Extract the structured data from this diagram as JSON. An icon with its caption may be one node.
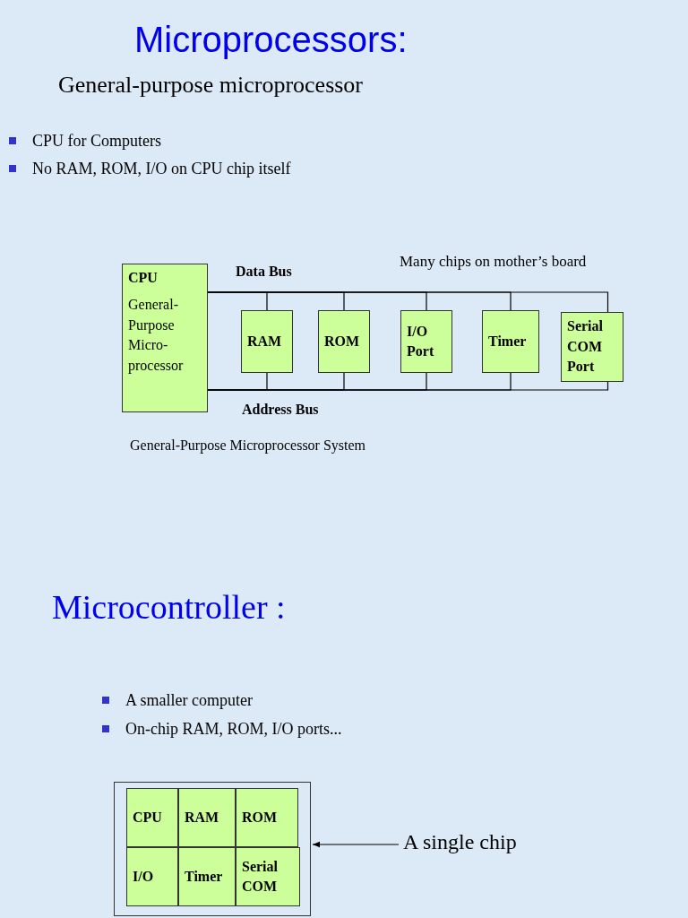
{
  "diagram": {
    "title": "Microprocessors:",
    "nodes": [
      {
        "text": [
          "CPU",
          "General-Purpose Micro-processor"
        ]
      },
      {
        "text": [
          "RAM"
        ]
      },
      {
        "text": [
          "ROM"
        ]
      },
      {
        "text": [
          "I/O Port"
        ]
      },
      {
        "text": [
          "Timer"
        ]
      },
      {
        "text": [
          "Serial COM Port"
        ]
      },
      {
        "text": [],
        "shape": "box"
      },
      {
        "text": [
          "CPU"
        ],
        "in": 6
      },
      {
        "text": [
          "RAM"
        ],
        "in": 6
      },
      {
        "text": [
          "ROM"
        ],
        "in": 6
      },
      {
        "text": [
          "I/O"
        ],
        "in": 6
      },
      {
        "text": [
          "Timer"
        ],
        "in": 6
      },
      {
        "text": [
          "Serial COM"
        ],
        "in": 6
      },
      {
        "text": [
          "A single chip"
        ]
      }
    ],
    "edges": [
      {
        "from": 0,
        "to": 1,
        "arrow": "none"
      },
      {
        "from": 0,
        "to": 2,
        "arrow": "none"
      },
      {
        "from": 0,
        "to": 3,
        "arrow": "none"
      },
      {
        "from": 0,
        "to": 4,
        "arrow": "none"
      },
      {
        "from": 0,
        "to": 5,
        "arrow": "none"
      },
      {
        "from": 0,
        "to": 1,
        "arrow": "none"
      },
      {
        "from": 0,
        "to": 2,
        "arrow": "none"
      },
      {
        "from": 0,
        "to": 3,
        "arrow": "none"
      },
      {
        "from": 0,
        "to": 4,
        "arrow": "none"
      },
      {
        "from": 0,
        "to": 5,
        "arrow": "none"
      },
      {
        "from": 13,
        "to": 6,
        "arrow": "to"
      }
    ],
    "labels": [
      "General-purpose microprocessor",
      "CPU for Computers",
      "No RAM, ROM, I/O on CPU chip itself",
      "Many chips on mother’s board",
      "Data Bus",
      "Address Bus",
      "General-Purpose Microprocessor System",
      "Microcontroller :",
      "A smaller computer",
      "On-chip RAM, ROM, I/O ports..."
    ]
  }
}
